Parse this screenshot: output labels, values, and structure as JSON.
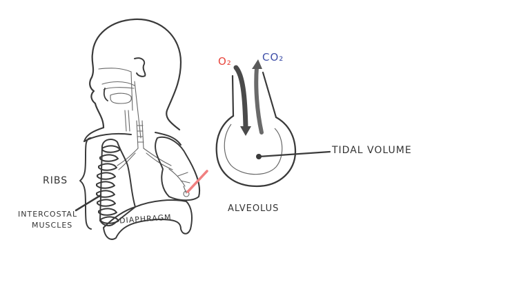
{
  "diagram": {
    "labels": {
      "ribs": "RIBS",
      "intercostal_line1": "INTERCOSTAL",
      "intercostal_line2": "MUSCLES",
      "diaphragm": "DIAPHRAGM",
      "alveolus": "ALVEOLUS",
      "tidal_volume": "TIDAL VOLUME",
      "o2": "O₂",
      "co2": "CO₂"
    },
    "colors": {
      "ink": "#3a3a3a",
      "o2": "#e8453c",
      "co2": "#3f4fa8",
      "highlight_line": "#f08080",
      "background": "#ffffff"
    },
    "icons": {
      "o2_arrow": "down-arrow",
      "co2_arrow": "up-arrow"
    }
  }
}
